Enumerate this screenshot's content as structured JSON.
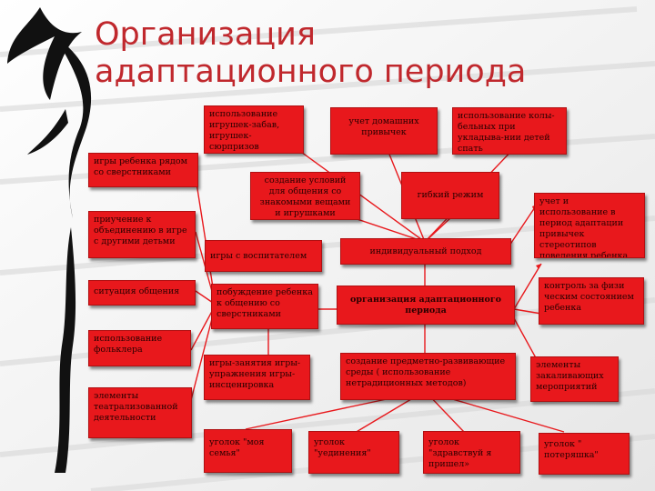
{
  "title_line1": "Организация",
  "title_line2": "адаптационного периода",
  "boxes": {
    "toys_surprise": "использование игрушек-забав, игрушек-сюрпризов",
    "home_habits": "учет домашних привычек",
    "lullabies": "использование колы-бельных при укладыва-нии детей спать",
    "play_near_peers": "игры ребенка рядом со сверстниками",
    "familiar_things": "создание условий для общения со знакомыми вещами и игрушками",
    "flexible_mode": "гибкий режим",
    "stereotypes": "учет и использование в период адаптации привычек стереотипов поведения ребенка",
    "unite_in_game": "приучение к объединению в игре с другими детьми",
    "games_with_teacher": "игры с воспитателем",
    "individual_approach": "индивидуальный подход",
    "communication_situation": "ситуация общения",
    "encourage_peers": "побуждение ребенка к общению со сверстниками",
    "organization": "организация адаптационного периода",
    "physical_control": "контроль за физи ческим состоянием ребенка",
    "folklore": "использование фольклера",
    "exercises": "игры-занятия игры-упражнения игры-инсценировка",
    "environment": "создание предметно-развивающие среды ( использование нетрадиционных методов)",
    "hardening": "элементы закаливающих мероприятий",
    "theatre": "элементы театрализованной деятельности",
    "corner_family": "уголок \"моя семья\"",
    "corner_privacy": "уголок \"уединения\"",
    "corner_hello": "уголок \"здравствуй я пришел»",
    "corner_lost": "уголок \" потеряшка\""
  }
}
